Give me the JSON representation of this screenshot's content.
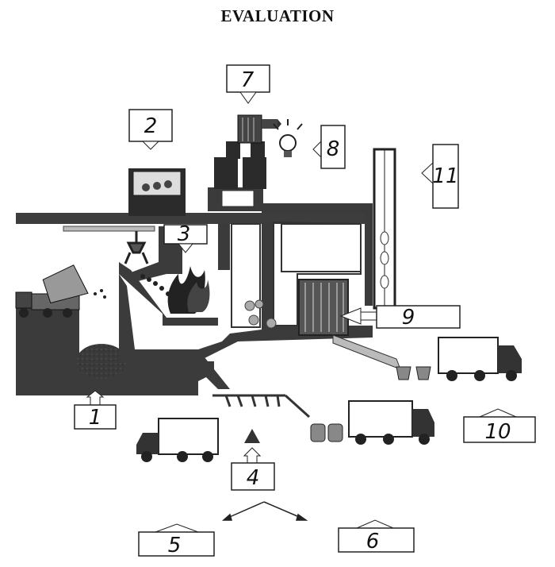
{
  "title": "EVALUATION",
  "labels": [
    "1",
    "2",
    "3",
    "4",
    "5",
    "6",
    "7",
    "8",
    "9",
    "10",
    "11"
  ]
}
